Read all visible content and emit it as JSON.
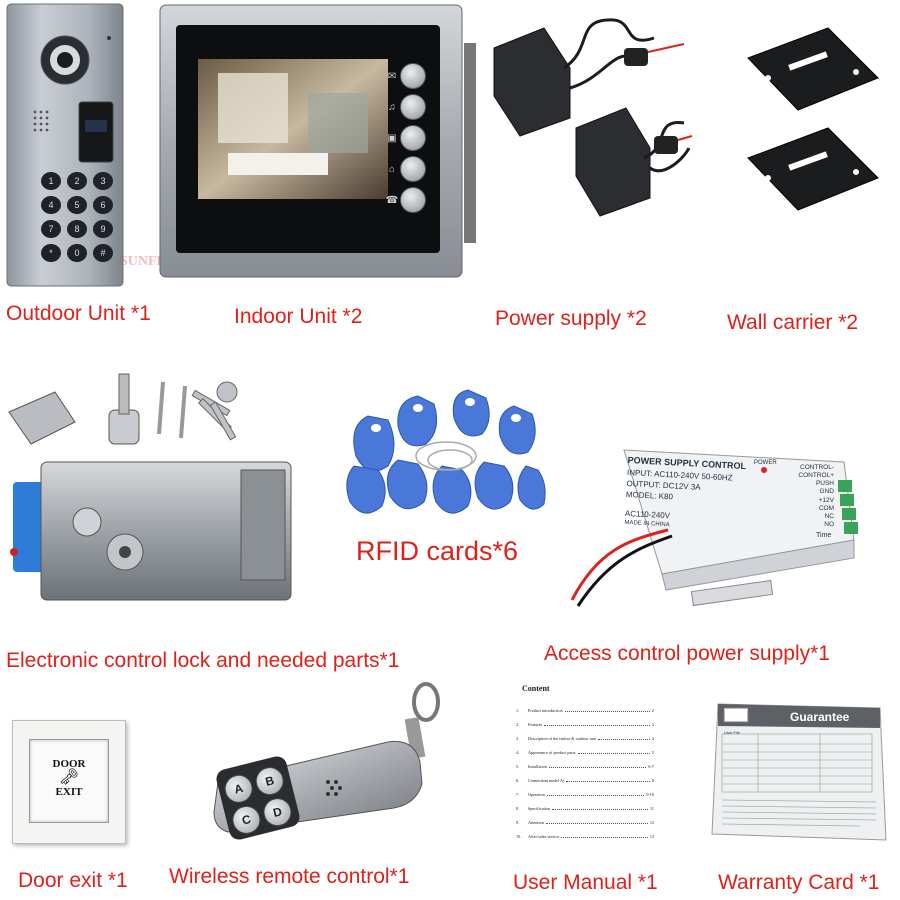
{
  "captions": {
    "outdoor_unit": "Outdoor Unit *1",
    "indoor_unit": "Indoor Unit *2",
    "power_supply": "Power supply *2",
    "wall_carrier": "Wall carrier *2",
    "rfid_cards": "RFID cards*6",
    "lock": "Electronic control lock and needed parts*1",
    "access_power": "Access control power supply*1",
    "door_exit": "Door exit *1",
    "remote": "Wireless remote control*1",
    "user_manual": "User Manual *1",
    "warranty": "Warranty Card *1"
  },
  "outdoor_unit": {
    "watermark": "SUNFLOWERVDP",
    "keypad_keys": [
      "1",
      "2",
      "3",
      "4",
      "5",
      "6",
      "7",
      "8",
      "9",
      "*",
      "0",
      "#"
    ]
  },
  "indoor_unit": {
    "side_icons": [
      "envelope-icon",
      "speaker-icon",
      "door-icon",
      "key-icon",
      "phone-icon"
    ]
  },
  "access_power_supply": {
    "title": "POWER SUPPLY CONTROL",
    "input": "INPUT: AC110-240V 50-60HZ",
    "output": "OUTPUT: DC12V 3A",
    "model": "MODEL: K80",
    "ac_label": "AC110-240V",
    "made_in": "MADE IN CHINA",
    "power_led": "POWER",
    "terminals": [
      "CONTROL-",
      "CONTROL+",
      "PUSH",
      "GND",
      "+12V",
      "COM",
      "NC",
      "NO"
    ],
    "time": "Time"
  },
  "door_exit": {
    "line1": "DOOR",
    "line2": "EXIT"
  },
  "remote": {
    "buttons": [
      "A",
      "B",
      "C",
      "D"
    ]
  },
  "user_manual": {
    "title": "Content",
    "items": [
      {
        "no": "1.",
        "text": "Product introduction",
        "page": "2"
      },
      {
        "no": "2.",
        "text": "Features",
        "page": "3"
      },
      {
        "no": "3.",
        "text": "Description of the indoor & outdoor unit",
        "page": "4"
      },
      {
        "no": "4.",
        "text": "Appearance of product parts",
        "page": "5"
      },
      {
        "no": "5.",
        "text": "Installation",
        "page": "6-7"
      },
      {
        "no": "6.",
        "text": "Connection(model A)",
        "page": "8"
      },
      {
        "no": "7.",
        "text": "Operation",
        "page": "9-10"
      },
      {
        "no": "8.",
        "text": "Specification",
        "page": "11"
      },
      {
        "no": "9.",
        "text": "Attention",
        "page": "12"
      },
      {
        "no": "10.",
        "text": "After-sales service",
        "page": "13"
      }
    ]
  },
  "warranty_card": {
    "title": "Guarantee",
    "section": "User File"
  },
  "colors": {
    "caption_red": "#e0201a",
    "silver": "#b8bcc2",
    "card_blue": "#4a78d8",
    "terminal_green": "#3aa35a"
  }
}
